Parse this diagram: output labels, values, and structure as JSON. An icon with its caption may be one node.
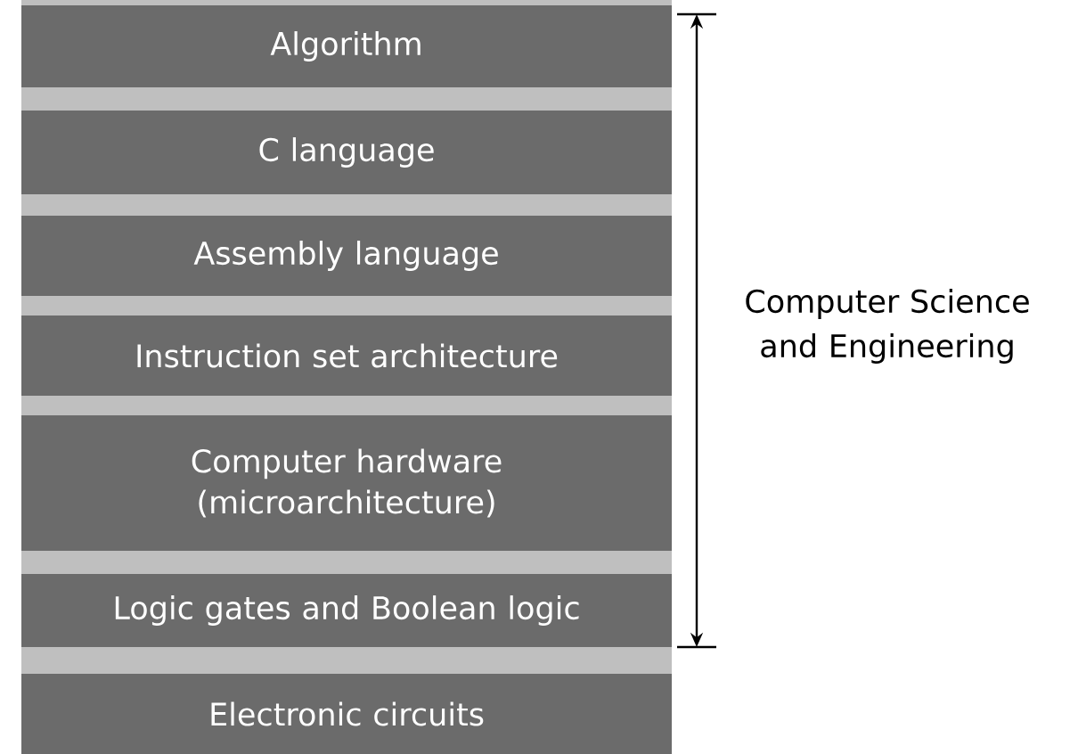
{
  "diagram": {
    "nodes": [
      {
        "text": [
          "Algorithm"
        ]
      },
      {
        "text": [
          "C language"
        ]
      },
      {
        "text": [
          "Assembly language"
        ]
      },
      {
        "text": [
          "Instruction set architecture"
        ]
      },
      {
        "text": [
          "Computer hardware (microarchitecture)"
        ]
      },
      {
        "text": [
          "Logic gates and Boolean logic"
        ]
      },
      {
        "text": [
          "Electronic circuits"
        ]
      }
    ],
    "labels": [
      "Computer Science and Engineering"
    ]
  }
}
